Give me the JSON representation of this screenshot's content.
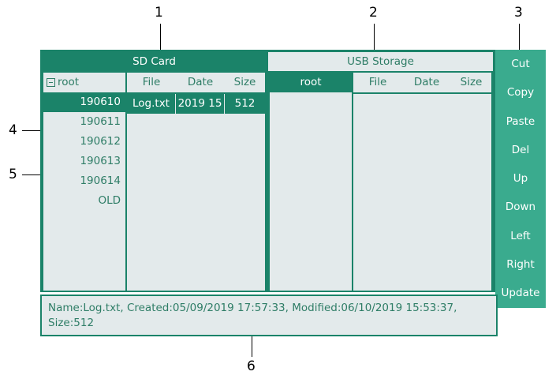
{
  "window": {
    "tabs": [
      {
        "label": "SD Card",
        "active": true
      },
      {
        "label": "USB Storage",
        "active": false
      }
    ]
  },
  "sd_panel": {
    "tree": {
      "root_label": "root",
      "expander_icon": "minus-box-icon",
      "children": [
        {
          "label": "190610",
          "selected": true
        },
        {
          "label": "190611",
          "selected": false
        },
        {
          "label": "190612",
          "selected": false
        },
        {
          "label": "190613",
          "selected": false
        },
        {
          "label": "190614",
          "selected": false
        },
        {
          "label": "OLD",
          "selected": false
        }
      ]
    },
    "list": {
      "headers": [
        "File",
        "Date",
        "Size"
      ],
      "rows": [
        {
          "file": "Log.txt",
          "date": "2019 15",
          "size": "512",
          "selected": true
        }
      ]
    }
  },
  "usb_panel": {
    "tree": {
      "root_label": "root",
      "root_selected": true,
      "children": []
    },
    "list": {
      "headers": [
        "File",
        "Date",
        "Size"
      ],
      "rows": []
    }
  },
  "buttons": [
    {
      "label": "Cut"
    },
    {
      "label": "Copy"
    },
    {
      "label": "Paste"
    },
    {
      "label": "Del"
    },
    {
      "label": "Up"
    },
    {
      "label": "Down"
    },
    {
      "label": "Left"
    },
    {
      "label": "Right"
    },
    {
      "label": "Update"
    }
  ],
  "status": {
    "text": "Name:Log.txt, Created:05/09/2019 17:57:33, Modified:06/10/2019 15:53:37, Size:512"
  },
  "callouts": [
    {
      "number": "1"
    },
    {
      "number": "2"
    },
    {
      "number": "3"
    },
    {
      "number": "4"
    },
    {
      "number": "5"
    },
    {
      "number": "6"
    }
  ],
  "colors": {
    "accent_dark": "#1b8369",
    "accent_light": "#3aab8e",
    "panel_bg": "#e3eaeb",
    "text_teal": "#2e7d66",
    "text_white": "#ffffff"
  }
}
